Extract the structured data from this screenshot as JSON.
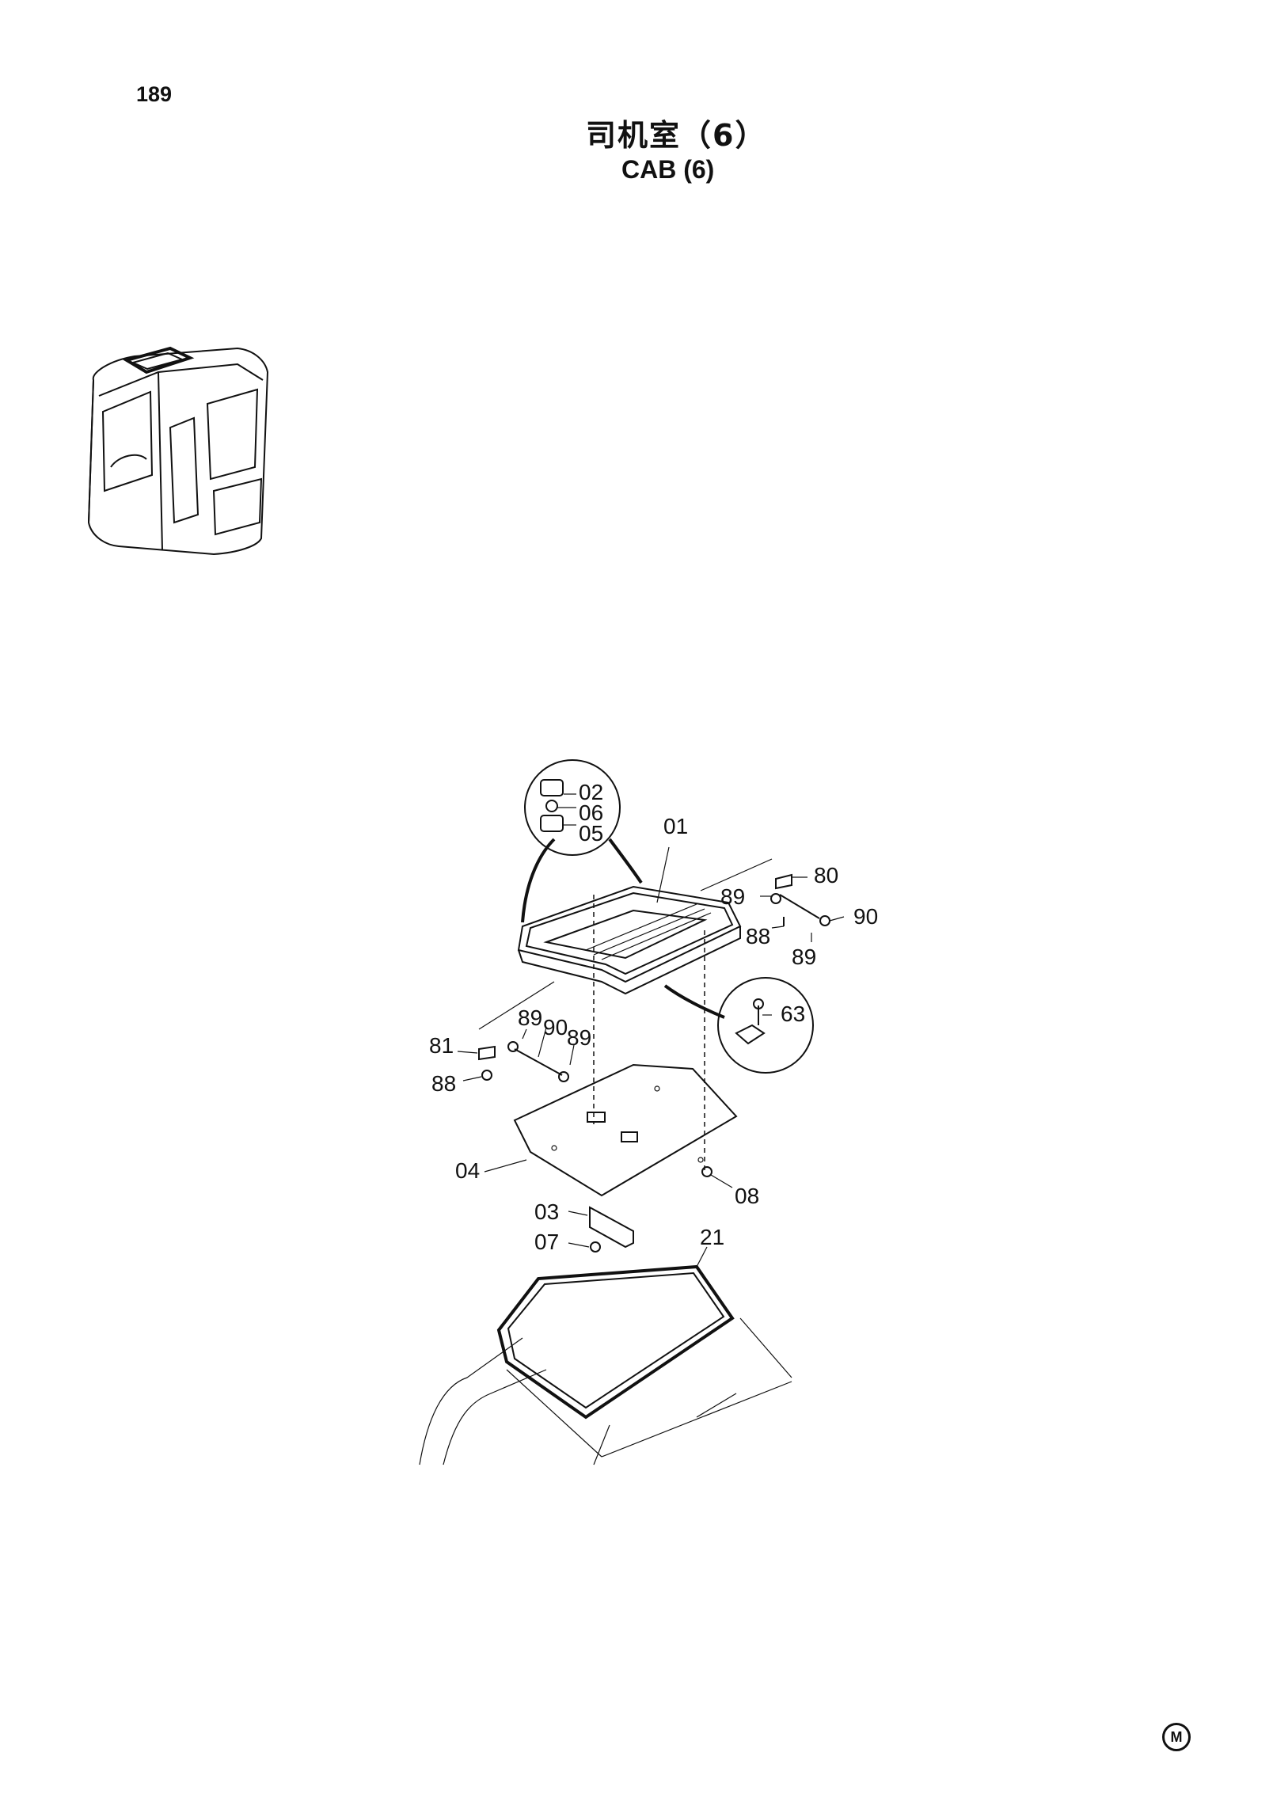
{
  "header": {
    "page_number": "189",
    "title_cn": "司机室（6）",
    "title_en": "CAB (6)"
  },
  "footer": {
    "mark": "M"
  },
  "callouts": {
    "p02": "02",
    "p06": "06",
    "p05": "05",
    "p01": "01",
    "p80": "80",
    "p89a": "89",
    "p90a": "90",
    "p88a": "88",
    "p89b": "89",
    "p63": "63",
    "p89c": "89",
    "p90b": "90",
    "p89d": "89",
    "p81": "81",
    "p88b": "88",
    "p04": "04",
    "p08": "08",
    "p03": "03",
    "p07": "07",
    "p21": "21"
  }
}
